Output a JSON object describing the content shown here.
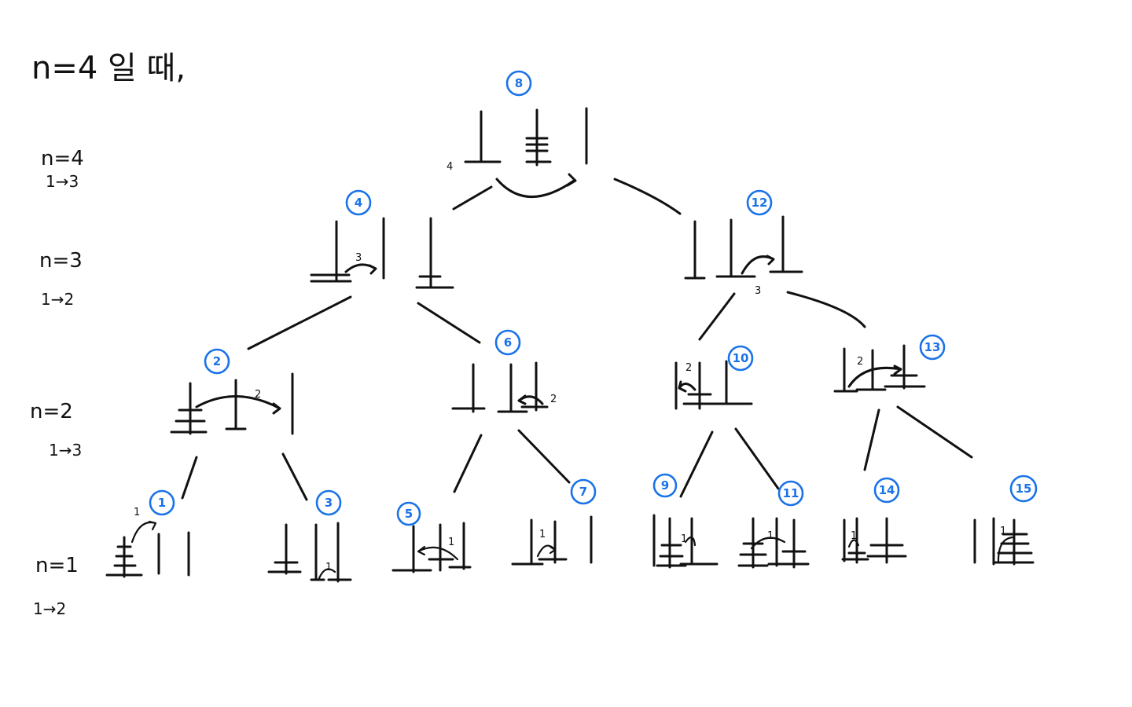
{
  "title": "n=4 일 때,",
  "levels": [
    {
      "n": "n=4",
      "move": "1→3"
    },
    {
      "n": "n=3",
      "move": "1→2"
    },
    {
      "n": "n=2",
      "move": "1→3"
    },
    {
      "n": "n=1",
      "move": "1→2"
    }
  ],
  "nodes": [
    {
      "step": "8",
      "disk": "4"
    },
    {
      "step": "4",
      "disk": "3"
    },
    {
      "step": "12",
      "disk": "3"
    },
    {
      "step": "2",
      "disk": "2"
    },
    {
      "step": "6",
      "disk": "2"
    },
    {
      "step": "10",
      "disk": "2"
    },
    {
      "step": "13",
      "disk": "2"
    },
    {
      "step": "1",
      "disk": "1"
    },
    {
      "step": "3",
      "disk": "1"
    },
    {
      "step": "5",
      "disk": "1"
    },
    {
      "step": "7",
      "disk": "1"
    },
    {
      "step": "9",
      "disk": "1"
    },
    {
      "step": "11",
      "disk": "1"
    },
    {
      "step": "14",
      "disk": "1"
    },
    {
      "step": "15",
      "disk": "1"
    }
  ],
  "colors": {
    "ink": "#111111",
    "step_marker": "#1a73e8"
  }
}
